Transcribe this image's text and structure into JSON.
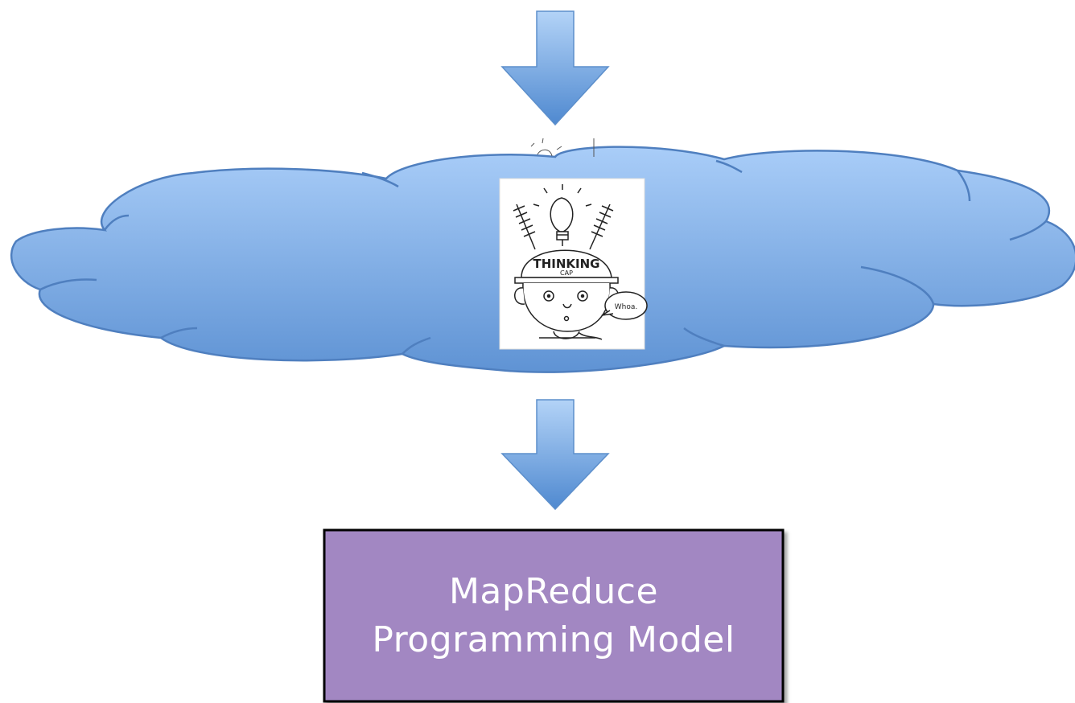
{
  "diagram": {
    "box": {
      "line1": "MapReduce",
      "line2": "Programming Model",
      "fill_color": "#a287c2",
      "border_color": "#000000"
    },
    "cloud": {
      "fill_top": "#a9cdf8",
      "fill_bottom": "#5f93d4",
      "stroke": "#4f7fbf"
    },
    "arrows": {
      "fill_top": "#b3d3f7",
      "fill_bottom": "#4f89d0",
      "stroke": "#5d8fcb"
    },
    "illustration": {
      "name": "thinking-cap",
      "cap_text": "THINKING",
      "cap_subtext": "CAP",
      "speech_text": "Whoa."
    }
  }
}
